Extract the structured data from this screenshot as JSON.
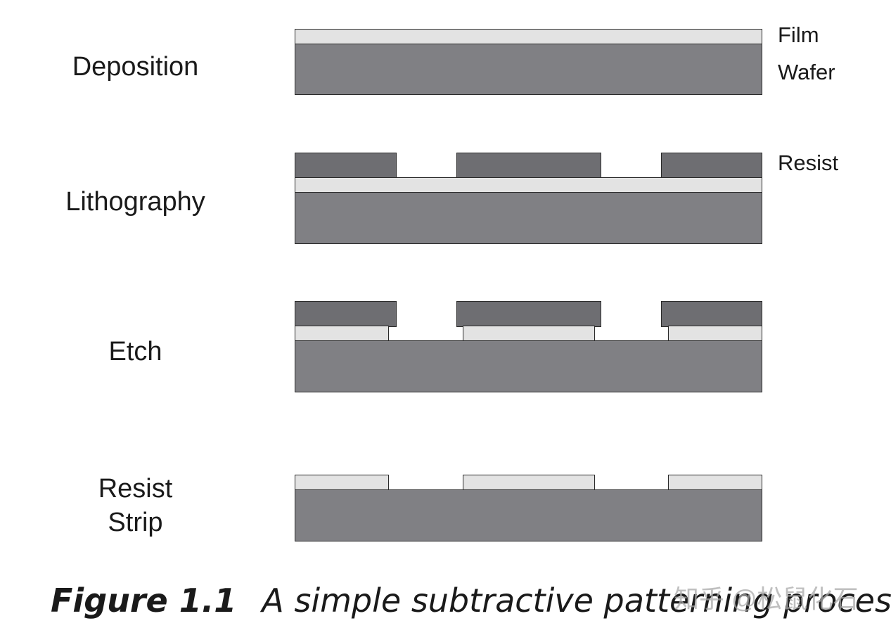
{
  "steps": {
    "deposition": "Deposition",
    "lithography": "Lithography",
    "etch": "Etch",
    "resist_strip_line1": "Resist",
    "resist_strip_line2": "Strip"
  },
  "layer_labels": {
    "film": "Film",
    "wafer": "Wafer",
    "resist": "Resist"
  },
  "caption": {
    "figure_number": "Figure 1.1",
    "text": "A simple subtractive patterning process"
  },
  "watermark": "知乎 @松鼠化石",
  "colors": {
    "wafer": "#808084",
    "film": "#e3e3e3",
    "resist": "#6e6e72",
    "outline": "#2a2a2a"
  }
}
